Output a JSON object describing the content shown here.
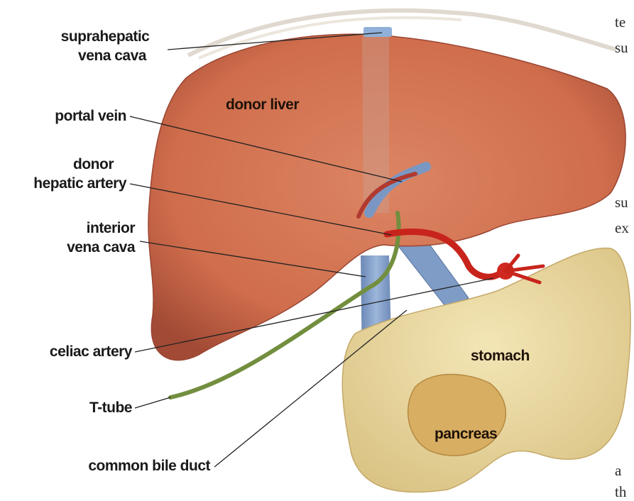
{
  "labels": {
    "suprahepatic_vena_cava": [
      "suprahepatic",
      "vena cava"
    ],
    "portal_vein": "portal vein",
    "donor_hepatic_artery": [
      "donor",
      "hepatic artery"
    ],
    "interior_vena_cava": [
      "interior",
      "vena cava"
    ],
    "celiac_artery": "celiac artery",
    "t_tube": "T-tube",
    "common_bile_duct": "common bile duct",
    "donor_liver": "donor liver",
    "stomach": "stomach",
    "pancreas": "pancreas"
  },
  "margin_text": [
    "te",
    "su",
    "su",
    "ex",
    "a",
    "th"
  ],
  "colors": {
    "liver": "#d1704f",
    "liver_dark": "#9e4634",
    "vena_cava": "#7f9cc6",
    "artery": "#c8241c",
    "bile_duct": "#6f8a3c",
    "stomach": "#ecdca2",
    "pancreas": "#d9b066",
    "leader_line": "#222222"
  }
}
